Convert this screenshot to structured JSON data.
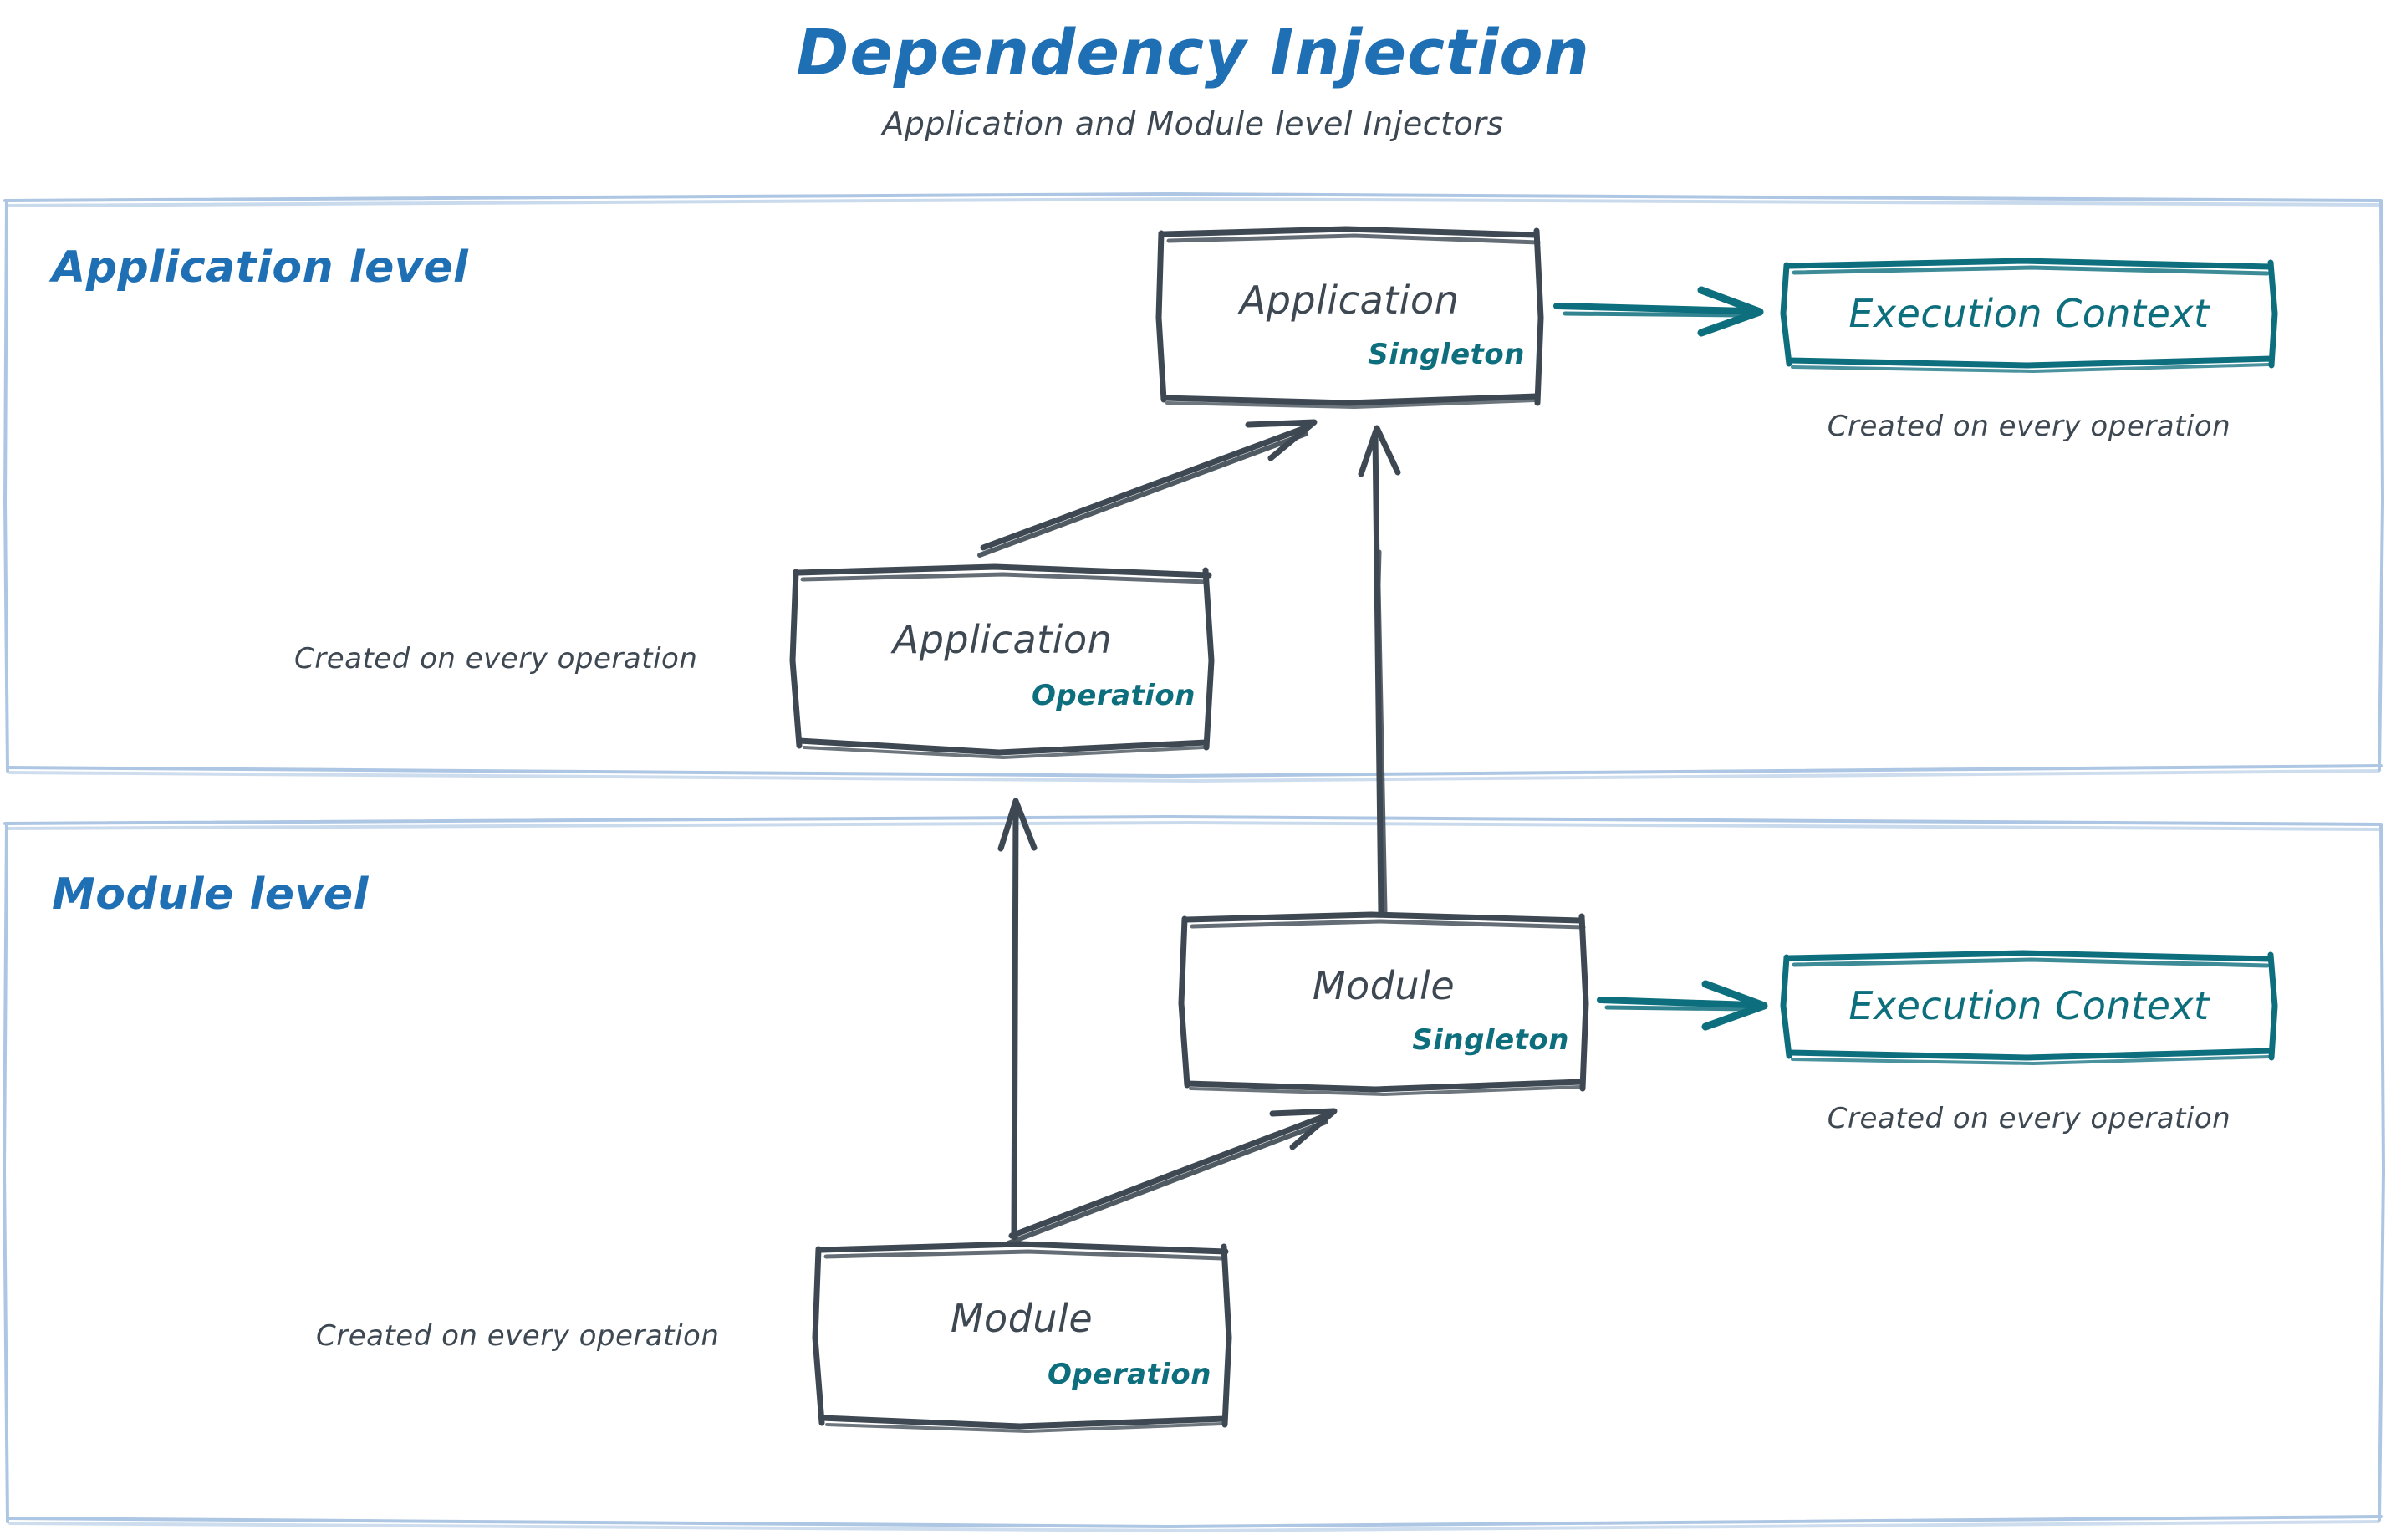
{
  "header": {
    "title": "Dependency Injection",
    "subtitle": "Application and Module level Injectors",
    "title_color": "#1f6fb4",
    "subtitle_color": "#3d4852"
  },
  "palette": {
    "accent_blue": "#1f6fb4",
    "lane_border": "#adc6e3",
    "node_stroke": "#3d4852",
    "teal": "#0d6e7d",
    "background": "#ffffff"
  },
  "lanes": [
    {
      "id": "application-level",
      "label": "Application level"
    },
    {
      "id": "module-level",
      "label": "Module level"
    }
  ],
  "nodes": [
    {
      "id": "application-singleton",
      "title": "Application",
      "scope": "Singleton",
      "lane": "application-level"
    },
    {
      "id": "application-operation",
      "title": "Application",
      "scope": "Operation",
      "lane": "application-level"
    },
    {
      "id": "module-singleton",
      "title": "Module",
      "scope": "Singleton",
      "lane": "module-level"
    },
    {
      "id": "module-operation",
      "title": "Module",
      "scope": "Operation",
      "lane": "module-level"
    }
  ],
  "context_boxes": [
    {
      "id": "execution-context-application",
      "title": "Execution Context",
      "caption": "Created on every operation",
      "lane": "application-level"
    },
    {
      "id": "execution-context-module",
      "title": "Execution Context",
      "caption": "Created on every operation",
      "lane": "module-level"
    }
  ],
  "notes": [
    {
      "id": "note-application-operation",
      "text": "Created on every operation"
    },
    {
      "id": "note-module-operation",
      "text": "Created on every operation"
    }
  ],
  "connections": [
    {
      "id": "app-singleton-to-execution-context",
      "from": "application-singleton",
      "to": "execution-context-application",
      "style": "teal-arrow"
    },
    {
      "id": "app-operation-to-app-singleton",
      "from": "application-operation",
      "to": "application-singleton",
      "style": "dark-arrow"
    },
    {
      "id": "module-singleton-to-app-singleton",
      "from": "module-singleton",
      "to": "application-singleton",
      "style": "dark-arrow"
    },
    {
      "id": "module-singleton-to-execution-context",
      "from": "module-singleton",
      "to": "execution-context-module",
      "style": "teal-arrow"
    },
    {
      "id": "module-operation-to-module-singleton",
      "from": "module-operation",
      "to": "module-singleton",
      "style": "dark-arrow"
    },
    {
      "id": "module-operation-to-app-operation",
      "from": "module-operation",
      "to": "application-operation",
      "style": "dark-arrow"
    }
  ]
}
